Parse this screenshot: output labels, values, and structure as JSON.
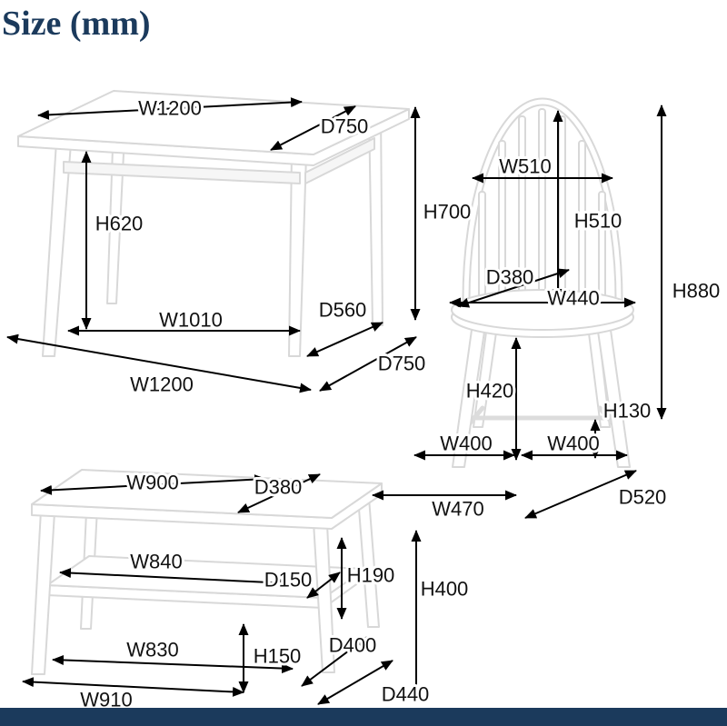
{
  "title": "Size (mm)",
  "theme": {
    "accent": "#1b3a5c",
    "dimension_color": "#000000",
    "furniture_stroke": "#d8d8d8"
  },
  "table": {
    "labels": {
      "top_width": "W1200",
      "top_depth": "D750",
      "leg_height": "H620",
      "overall_height": "H700",
      "leg_span_width": "W1010",
      "leg_span_depth": "D560",
      "floor_width": "W1200",
      "floor_depth": "D750"
    }
  },
  "chair": {
    "labels": {
      "back_width": "W510",
      "back_height": "H510",
      "seat_depth": "D380",
      "seat_width": "W440",
      "overall_height": "H880",
      "seat_height": "H420",
      "stretcher_height": "H130",
      "front_leg_span": "W400",
      "back_leg_span": "W400",
      "overall_width": "W470",
      "overall_depth": "D520"
    }
  },
  "bench": {
    "labels": {
      "top_width": "W900",
      "top_depth": "D380",
      "shelf_width": "W840",
      "shelf_depth": "D150",
      "shelf_height": "H190",
      "overall_height": "H400",
      "leg_span_width": "W830",
      "shelf_clearance": "H150",
      "leg_span_depth": "D400",
      "floor_width": "W910",
      "floor_depth": "D440"
    }
  }
}
